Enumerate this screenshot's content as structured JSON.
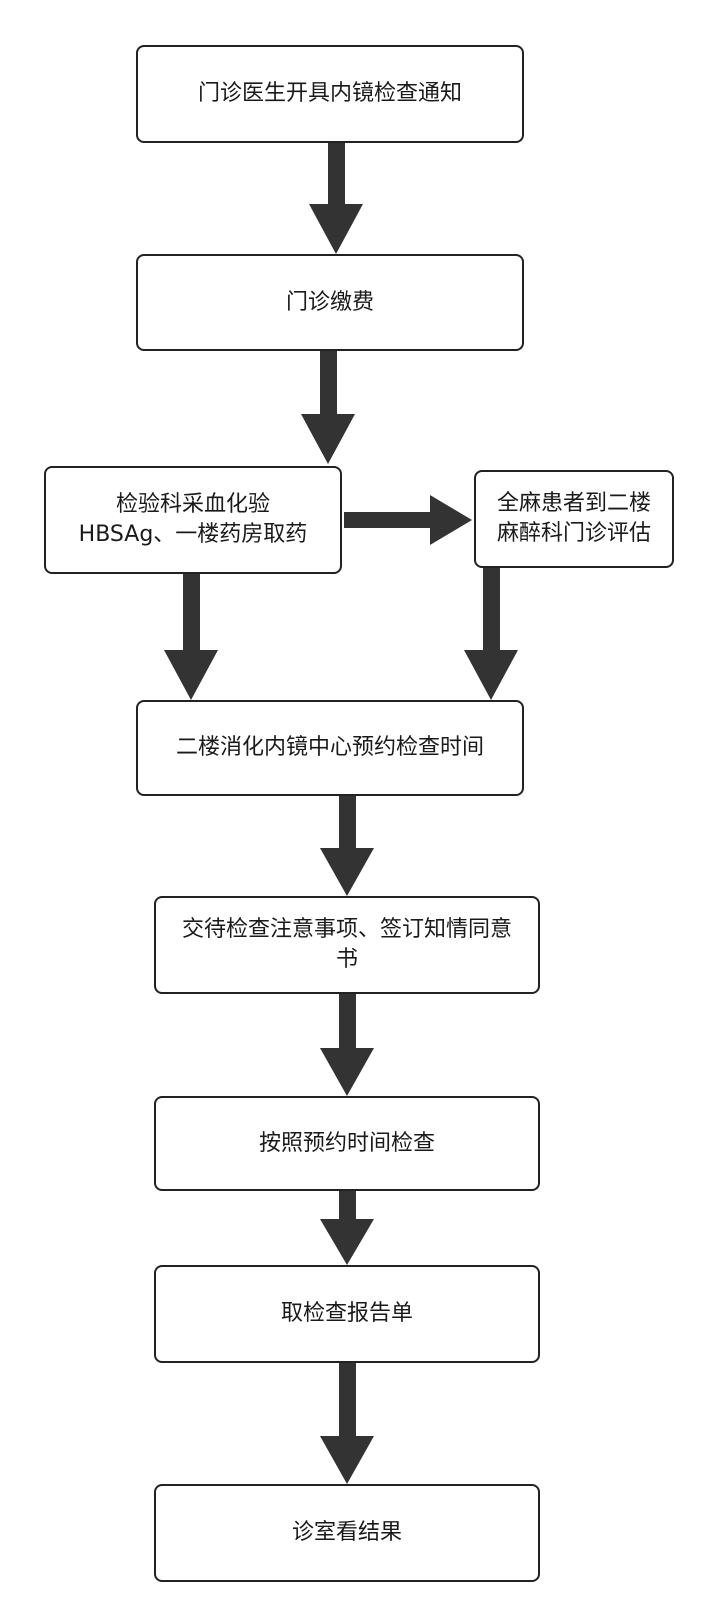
{
  "flowchart": {
    "steps": [
      {
        "id": "s1",
        "label": "门诊医生开具内镜检查通知"
      },
      {
        "id": "s2",
        "label": "门诊缴费"
      },
      {
        "id": "s3",
        "label": "检验科采血化验\nHBSAg、一楼药房取药"
      },
      {
        "id": "s4",
        "label": "全麻患者到二楼\n麻醉科门诊评估"
      },
      {
        "id": "s5",
        "label": "二楼消化内镜中心预约检查时间"
      },
      {
        "id": "s6",
        "label": "交待检查注意事项、签订知情同意\n书"
      },
      {
        "id": "s7",
        "label": "按照预约时间检查"
      },
      {
        "id": "s8",
        "label": "取检查报告单"
      },
      {
        "id": "s9",
        "label": "诊室看结果"
      }
    ],
    "connections": [
      {
        "from": "s1",
        "to": "s2"
      },
      {
        "from": "s2",
        "to": "s3"
      },
      {
        "from": "s3",
        "to": "s4"
      },
      {
        "from": "s3",
        "to": "s5"
      },
      {
        "from": "s4",
        "to": "s5"
      },
      {
        "from": "s5",
        "to": "s6"
      },
      {
        "from": "s6",
        "to": "s7"
      },
      {
        "from": "s7",
        "to": "s8"
      },
      {
        "from": "s8",
        "to": "s9"
      }
    ],
    "colors": {
      "arrow": "#333333",
      "border": "#222222",
      "text": "#1a1a1a"
    }
  }
}
